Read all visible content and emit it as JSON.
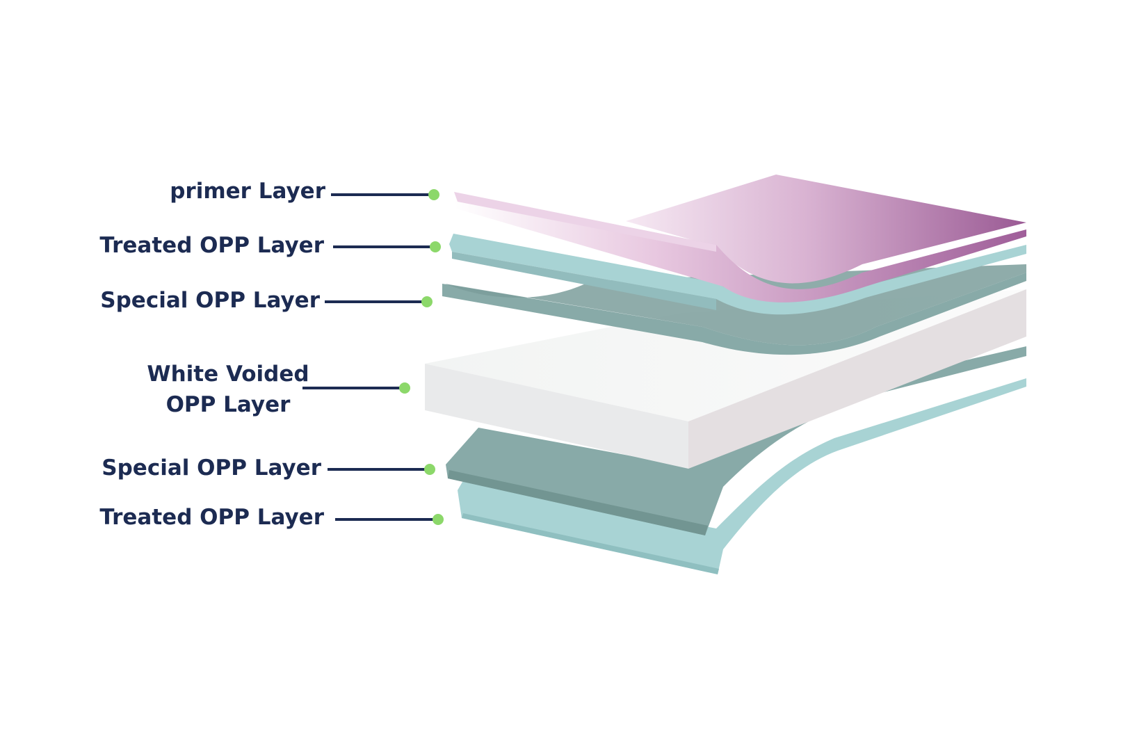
{
  "colors": {
    "label_text": "#1c2b52",
    "leader_line": "#1c2b52",
    "marker_dot": "#8cd86a",
    "primer": "#a4619d",
    "primer_light": "#ecd3e7",
    "treated_opp": "#a8d3d4",
    "special_opp": "#88aaa8",
    "white_voided_top": "#f5f6f5",
    "white_voided_side": "#e4dfe1"
  },
  "labels": {
    "primer": "primer Layer",
    "treated_top": "Treated OPP Layer",
    "special_top": "Special OPP Layer",
    "white_voided_line1": "White Voided",
    "white_voided_line2": "OPP Layer",
    "special_bottom": "Special OPP Layer",
    "treated_bottom": "Treated OPP Layer"
  }
}
